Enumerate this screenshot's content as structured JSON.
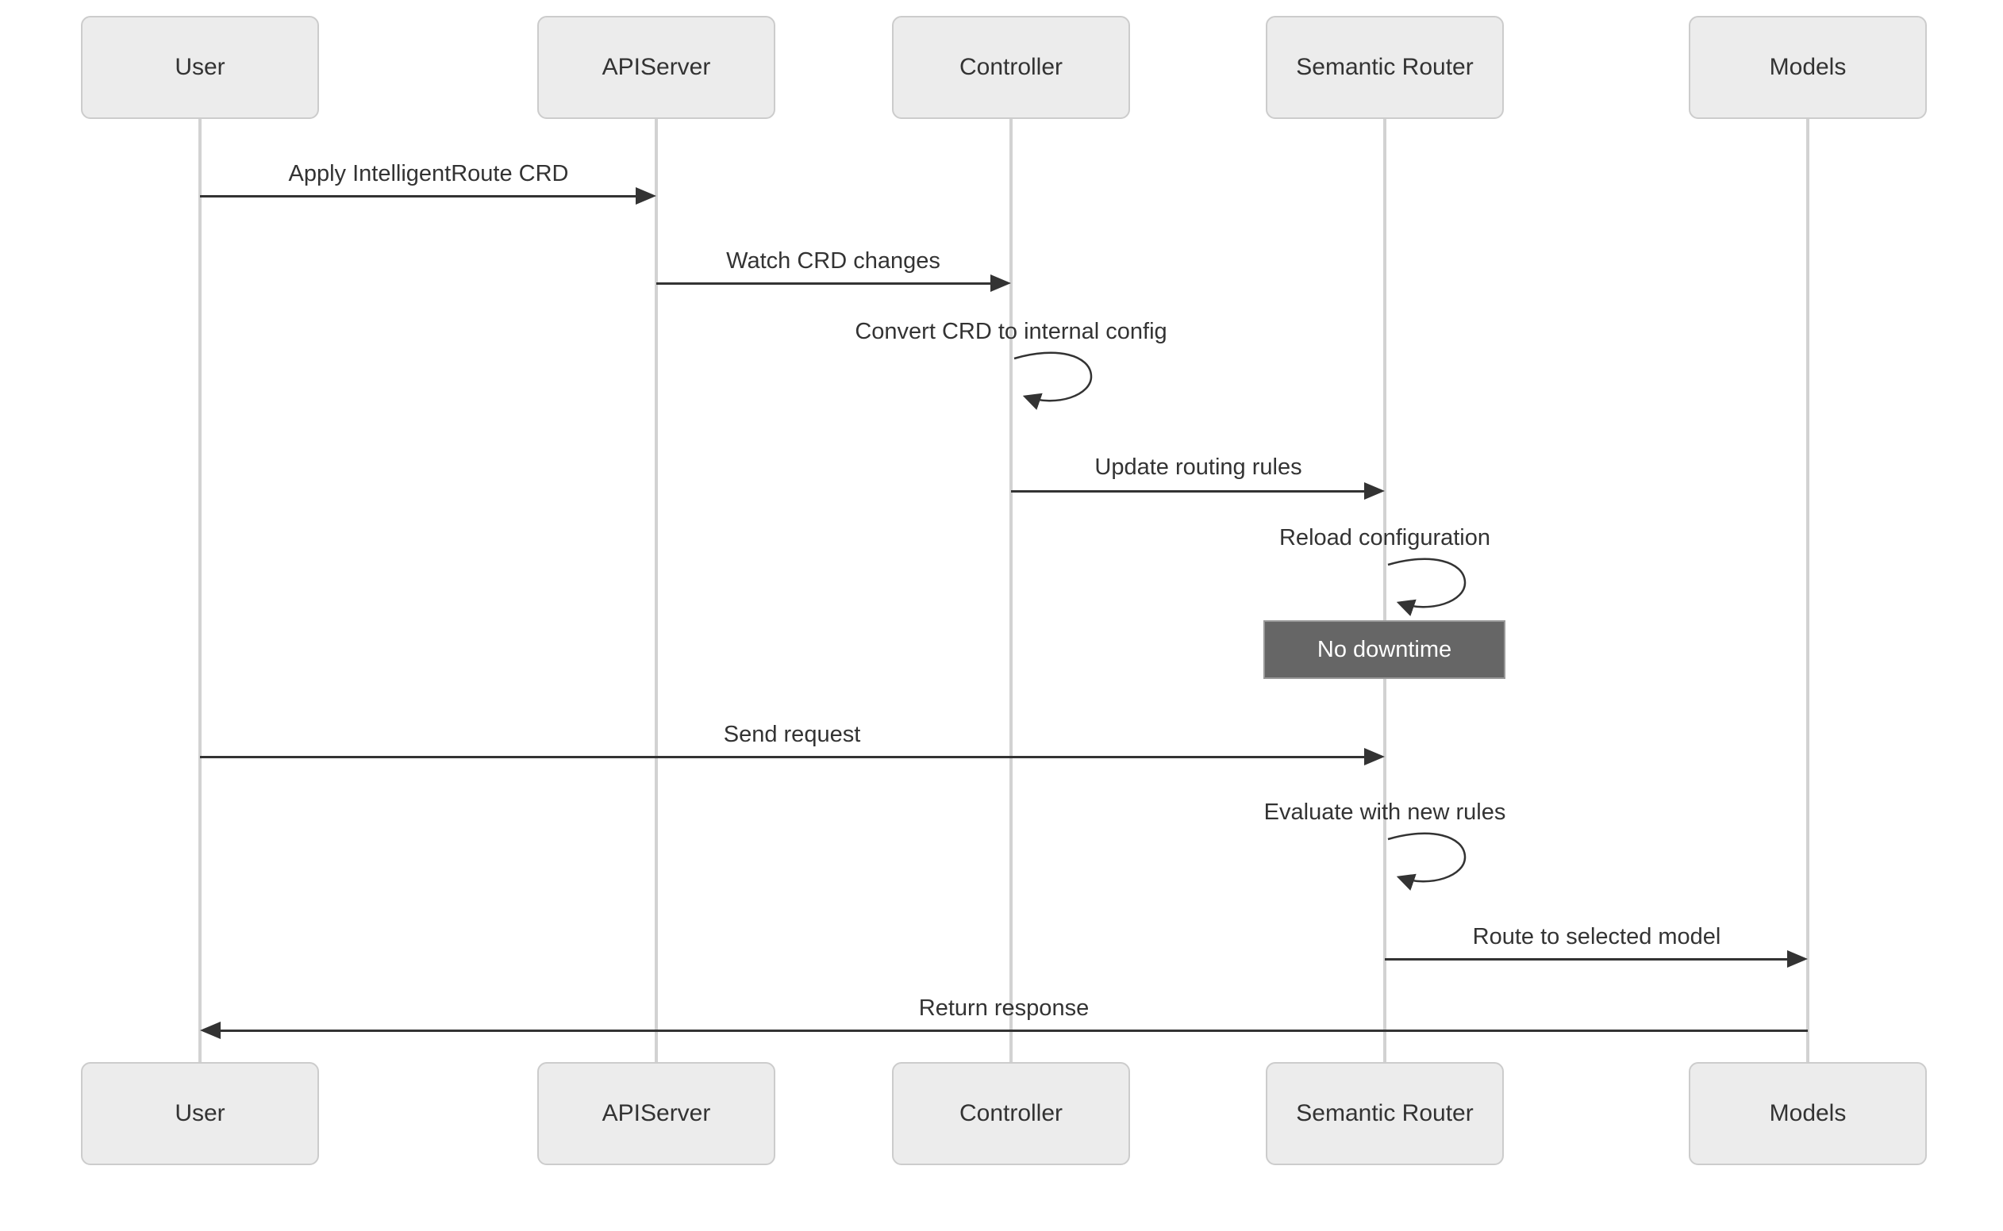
{
  "diagram": {
    "type": "sequence-diagram",
    "actors": [
      {
        "label": "User"
      },
      {
        "label": "APIServer"
      },
      {
        "label": "Controller"
      },
      {
        "label": "Semantic Router"
      },
      {
        "label": "Models"
      }
    ],
    "messages": [
      {
        "from": "User",
        "to": "APIServer",
        "label": "Apply IntelligentRoute CRD",
        "kind": "arrow"
      },
      {
        "from": "APIServer",
        "to": "Controller",
        "label": "Watch CRD changes",
        "kind": "arrow"
      },
      {
        "from": "Controller",
        "to": "Controller",
        "label": "Convert CRD to internal config",
        "kind": "self-loop"
      },
      {
        "from": "Controller",
        "to": "Semantic Router",
        "label": "Update routing rules",
        "kind": "arrow"
      },
      {
        "from": "Semantic Router",
        "to": "Semantic Router",
        "label": "Reload configuration",
        "kind": "self-loop"
      },
      {
        "from": "User",
        "to": "Semantic Router",
        "label": "Send request",
        "kind": "arrow"
      },
      {
        "from": "Semantic Router",
        "to": "Semantic Router",
        "label": "Evaluate with new rules",
        "kind": "self-loop"
      },
      {
        "from": "Semantic Router",
        "to": "Models",
        "label": "Route to selected model",
        "kind": "arrow"
      },
      {
        "from": "Models",
        "to": "User",
        "label": "Return response",
        "kind": "arrow"
      }
    ],
    "notes": [
      {
        "over": "Semantic Router",
        "label": "No downtime"
      }
    ],
    "colors": {
      "background": "#ffffff",
      "actor_fill": "#ececec",
      "actor_border": "#cccccc",
      "lifeline": "#d2d2d2",
      "message_line": "#333333",
      "text": "#333333",
      "note_fill": "#666666",
      "note_border": "#999999",
      "note_text": "#ffffff"
    }
  }
}
